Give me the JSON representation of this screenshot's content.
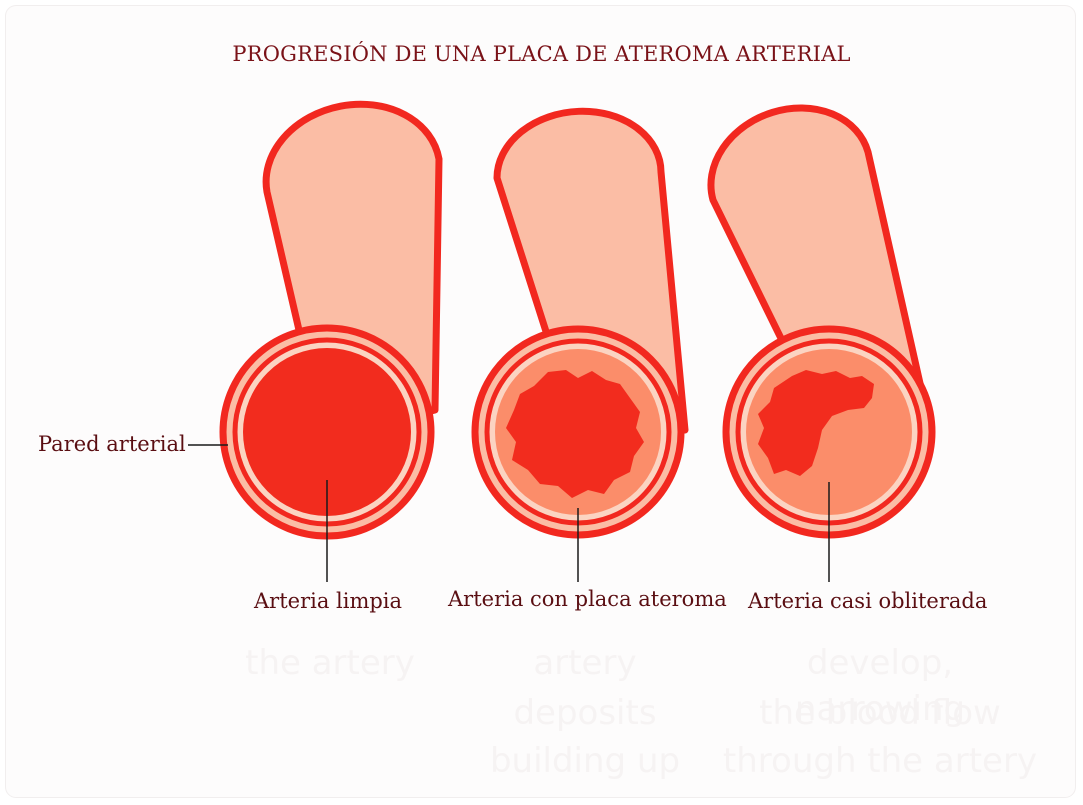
{
  "title": "PROGRESIÓN DE UNA PLACA DE ATEROMA ARTERIAL",
  "labels": {
    "wall": "Pared arterial",
    "clean": "Arteria limpia",
    "plaque": "Arteria con placa ateroma",
    "obliterated": "Arteria casi obliterada"
  },
  "colors": {
    "outline": "#f2281f",
    "tube_fill": "#fbbda5",
    "wall_ring": "#fbd4c2",
    "plaque": "#fb8d6a",
    "lumen": "#f22c1e",
    "title": "#7a1218",
    "label_text": "#5a0e12"
  },
  "background_watermark": {
    "lines": [
      "the artery",
      "artery",
      "deposits",
      "building up",
      "develop, narrowing",
      "the blood flow",
      "through the artery"
    ]
  }
}
